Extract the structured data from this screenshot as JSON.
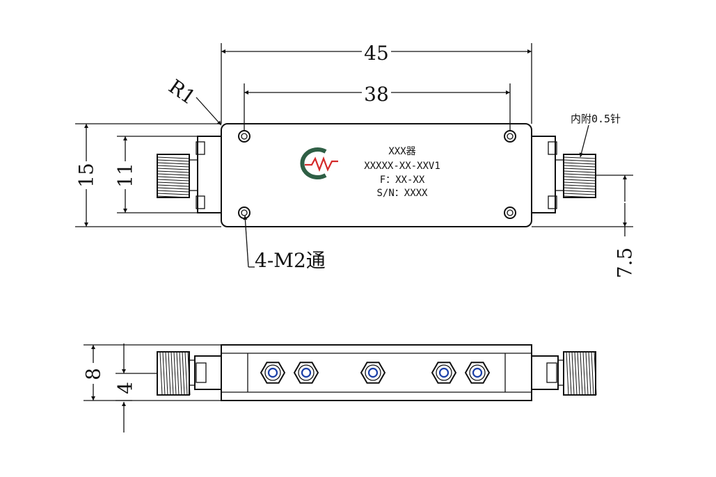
{
  "dimensions": {
    "overall_length": "45",
    "hole_spacing": "38",
    "body_height": "15",
    "hole_vertical_spacing": "11",
    "corner_radius": "R1",
    "connector_offset": "7.5",
    "side_height": "8",
    "side_connector_height": "4"
  },
  "notes": {
    "mounting_holes": "4-M2通",
    "pin_note": "内附0.5针"
  },
  "label": {
    "line1": "XXX器",
    "line2": "XXXXX-XX-XXV1",
    "line3": "F：XX-XX",
    "line4": "S/N：XXXX"
  },
  "colors": {
    "ink": "#111111",
    "logo_green": "#2f5f45",
    "logo_red": "#d42a2a",
    "screw_blue": "#1a3fa8"
  },
  "icons": {
    "logo": "company-logo-icon",
    "screw": "hex-screw-icon"
  }
}
